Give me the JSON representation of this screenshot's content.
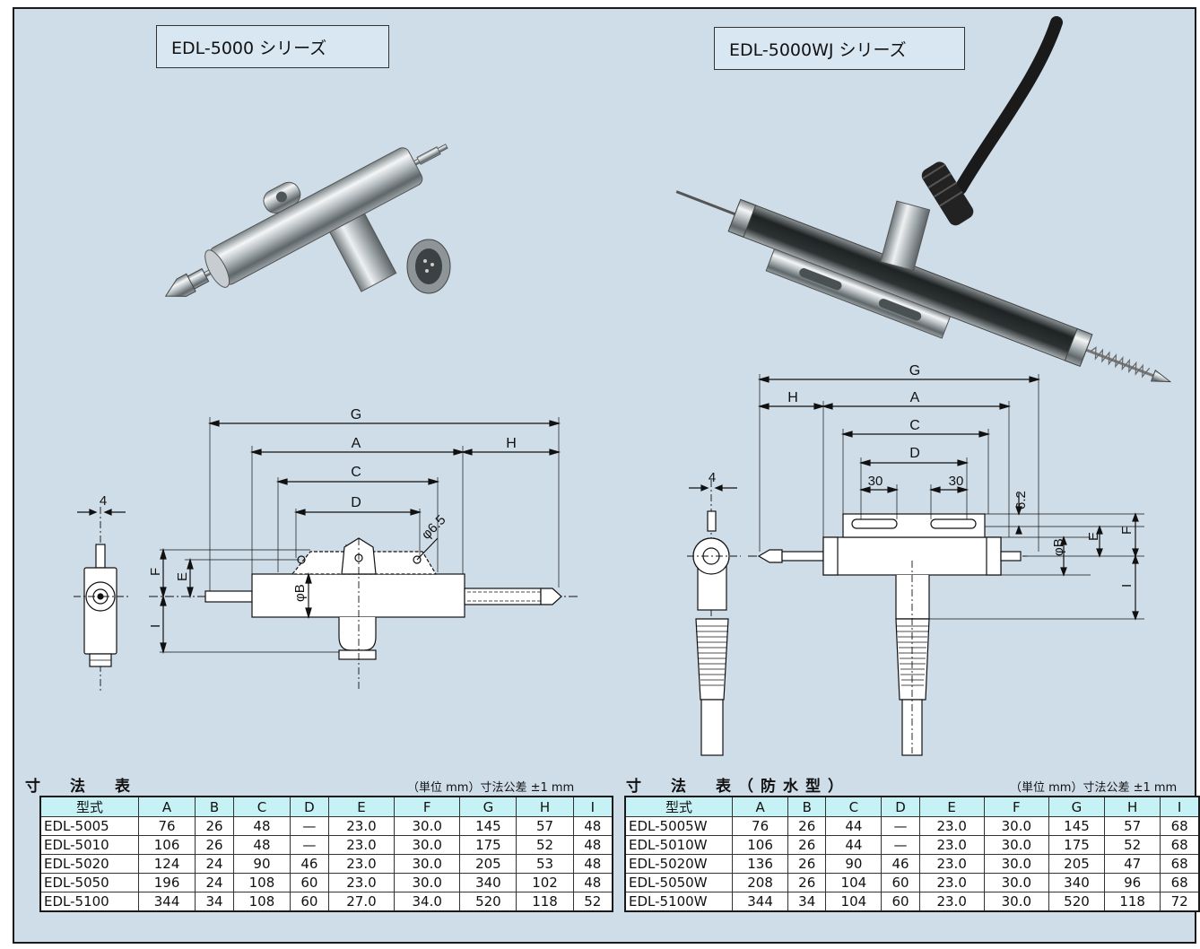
{
  "series_left": {
    "label": "EDL-5000 シリーズ"
  },
  "series_right": {
    "label": "EDL-5000WJ シリーズ"
  },
  "drawing_left": {
    "dims": {
      "g": "G",
      "a": "A",
      "h": "H",
      "c": "C",
      "d": "D",
      "phi65": "φ6.5",
      "f": "F",
      "e": "E",
      "phib": "φB",
      "i": "I",
      "four": "4"
    }
  },
  "drawing_right": {
    "dims": {
      "g": "G",
      "h": "H",
      "a": "A",
      "c": "C",
      "d": "D",
      "thirty_l": "30",
      "thirty_r": "30",
      "six2": "6.2",
      "four": "4",
      "phib": "φB",
      "e": "E",
      "f": "F",
      "i": "I"
    }
  },
  "table_left": {
    "title": "寸　法　表",
    "unit_note": "（単位 mm）寸法公差 ±1 mm",
    "headers": [
      "型式",
      "A",
      "B",
      "C",
      "D",
      "E",
      "F",
      "G",
      "H",
      "I"
    ],
    "rows": [
      [
        "EDL-5005",
        "76",
        "26",
        "48",
        "—",
        "23.0",
        "30.0",
        "145",
        "57",
        "48"
      ],
      [
        "EDL-5010",
        "106",
        "26",
        "48",
        "—",
        "23.0",
        "30.0",
        "175",
        "52",
        "48"
      ],
      [
        "EDL-5020",
        "124",
        "24",
        "90",
        "46",
        "23.0",
        "30.0",
        "205",
        "53",
        "48"
      ],
      [
        "EDL-5050",
        "196",
        "24",
        "108",
        "60",
        "23.0",
        "30.0",
        "340",
        "102",
        "48"
      ],
      [
        "EDL-5100",
        "344",
        "34",
        "108",
        "60",
        "27.0",
        "34.0",
        "520",
        "118",
        "52"
      ]
    ]
  },
  "table_right": {
    "title": "寸　法　表（防水型）",
    "unit_note": "（単位 mm）寸法公差 ±1 mm",
    "headers": [
      "型式",
      "A",
      "B",
      "C",
      "D",
      "E",
      "F",
      "G",
      "H",
      "I"
    ],
    "rows": [
      [
        "EDL-5005W",
        "76",
        "26",
        "44",
        "—",
        "23.0",
        "30.0",
        "145",
        "57",
        "68"
      ],
      [
        "EDL-5010W",
        "106",
        "26",
        "44",
        "—",
        "23.0",
        "30.0",
        "175",
        "52",
        "68"
      ],
      [
        "EDL-5020W",
        "136",
        "26",
        "90",
        "46",
        "23.0",
        "30.0",
        "205",
        "47",
        "68"
      ],
      [
        "EDL-5050W",
        "208",
        "26",
        "104",
        "60",
        "23.0",
        "30.0",
        "340",
        "96",
        "68"
      ],
      [
        "EDL-5100W",
        "344",
        "34",
        "104",
        "60",
        "23.0",
        "30.0",
        "520",
        "118",
        "72"
      ]
    ]
  }
}
